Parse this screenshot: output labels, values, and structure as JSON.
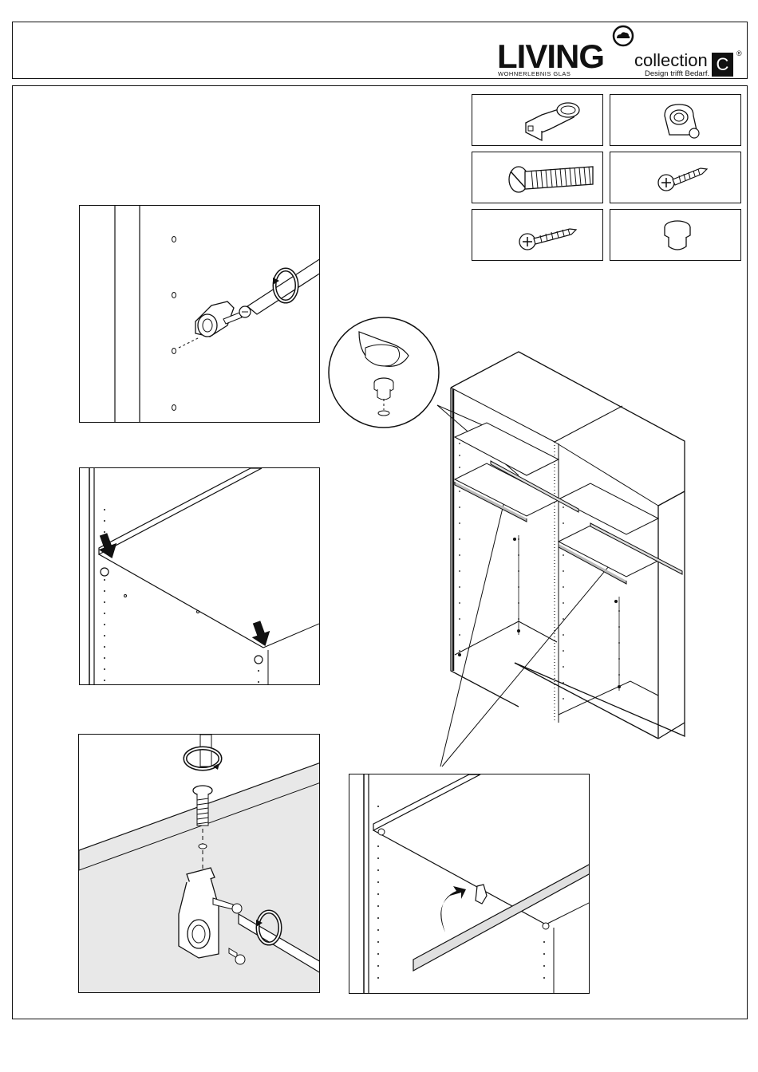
{
  "brand": {
    "name": "LIVING",
    "subline": "WOHNERLEBNIS GLAS",
    "collection": "collection",
    "collection_mark": "C",
    "registered": "®",
    "tagline": "Design trifft Bedarf."
  },
  "icons": {
    "logo_symbol": "cloud-circle-icon",
    "parts": [
      "rod-holder-bracket-icon",
      "rod-end-bracket-icon",
      "machine-screw-icon",
      "short-wood-screw-icon",
      "long-wood-screw-icon",
      "shelf-pin-icon"
    ],
    "rotation": "rotate-arrow-icon",
    "press": "press-arrow-icon"
  }
}
